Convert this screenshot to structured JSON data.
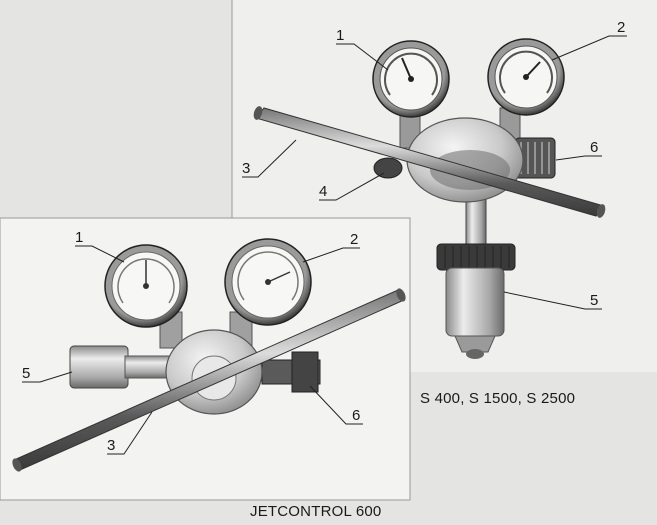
{
  "captions": {
    "top_model": "S 400, S 1500, S 2500",
    "bottom_model": "JETCONTROL 600"
  },
  "top_labels": {
    "l1": "1",
    "l2": "2",
    "l3": "3",
    "l4": "4",
    "l5": "5",
    "l6": "6"
  },
  "bottom_labels": {
    "l1": "1",
    "l2": "2",
    "l3": "3",
    "l5": "5",
    "l6": "6"
  },
  "colors": {
    "paper": "#e4e4e2",
    "panel": "#f2f2f0",
    "metal_dark": "#4a4a4a",
    "metal_light": "#d8d8d6"
  }
}
